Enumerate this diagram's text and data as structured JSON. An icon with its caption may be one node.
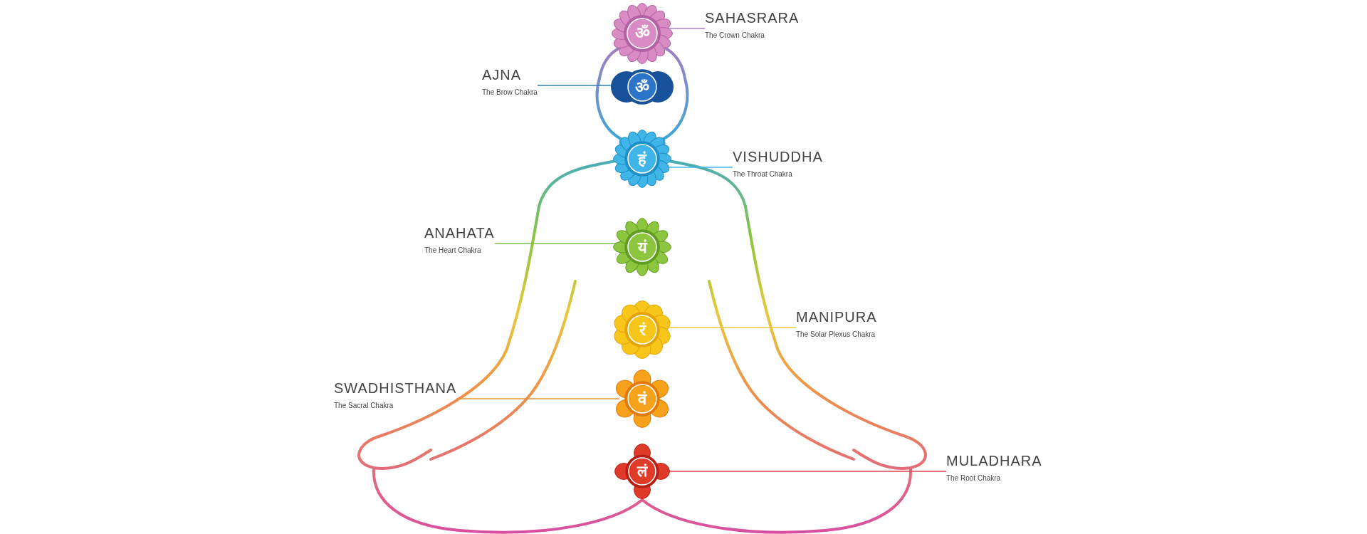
{
  "diagram": {
    "nodes": [
      {
        "text": [
          "SAHASRARA",
          "The Crown Chakra"
        ]
      },
      {
        "text": [
          "ॐ"
        ]
      },
      {
        "text": [
          "AJNA",
          "The Brow Chakra"
        ]
      },
      {
        "text": [
          "ॐ"
        ]
      },
      {
        "text": [
          "VISHUDDHA",
          "The Throat Chakra"
        ]
      },
      {
        "text": [
          "हं"
        ]
      },
      {
        "text": [
          "ANAHATA",
          "The Heart Chakra"
        ]
      },
      {
        "text": [
          "यं"
        ]
      },
      {
        "text": [
          "MANIPURA",
          "The Solar Plexus Chakra"
        ]
      },
      {
        "text": [
          "रं"
        ]
      },
      {
        "text": [
          "SWADHISTHANA",
          "The Sacral Chakra"
        ]
      },
      {
        "text": [
          "वं"
        ]
      },
      {
        "text": [
          "MULADHARA",
          "The Root Chakra"
        ]
      },
      {
        "text": [
          "लं"
        ]
      }
    ],
    "edges": [
      {
        "from": 0,
        "to": 1,
        "arrow": "none",
        "color": "#a77cc0"
      },
      {
        "from": 2,
        "to": 3,
        "arrow": "none",
        "color": "#2a7fb8"
      },
      {
        "from": 4,
        "to": 5,
        "arrow": "none",
        "color": "#45b4e0"
      },
      {
        "from": 6,
        "to": 7,
        "arrow": "none",
        "color": "#7cc04a"
      },
      {
        "from": 8,
        "to": 9,
        "arrow": "none",
        "color": "#e8c83a"
      },
      {
        "from": 10,
        "to": 11,
        "arrow": "none",
        "color": "#e8913a"
      },
      {
        "from": 12,
        "to": 13,
        "arrow": "none",
        "color": "#d8434a"
      }
    ]
  }
}
